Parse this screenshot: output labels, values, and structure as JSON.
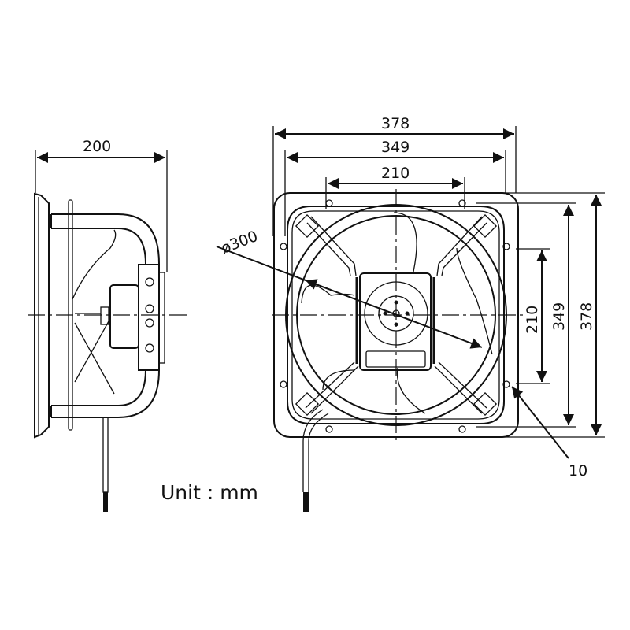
{
  "drawing": {
    "unit_label": "Unit : mm",
    "side_view": {
      "depth": "200"
    },
    "front_view": {
      "overall_width": "378",
      "mounting_width": "349",
      "inner_width": "210",
      "blade_diameter": "ø300",
      "inner_height": "210",
      "mounting_height": "349",
      "overall_height": "378",
      "hole_callout": "10"
    }
  }
}
